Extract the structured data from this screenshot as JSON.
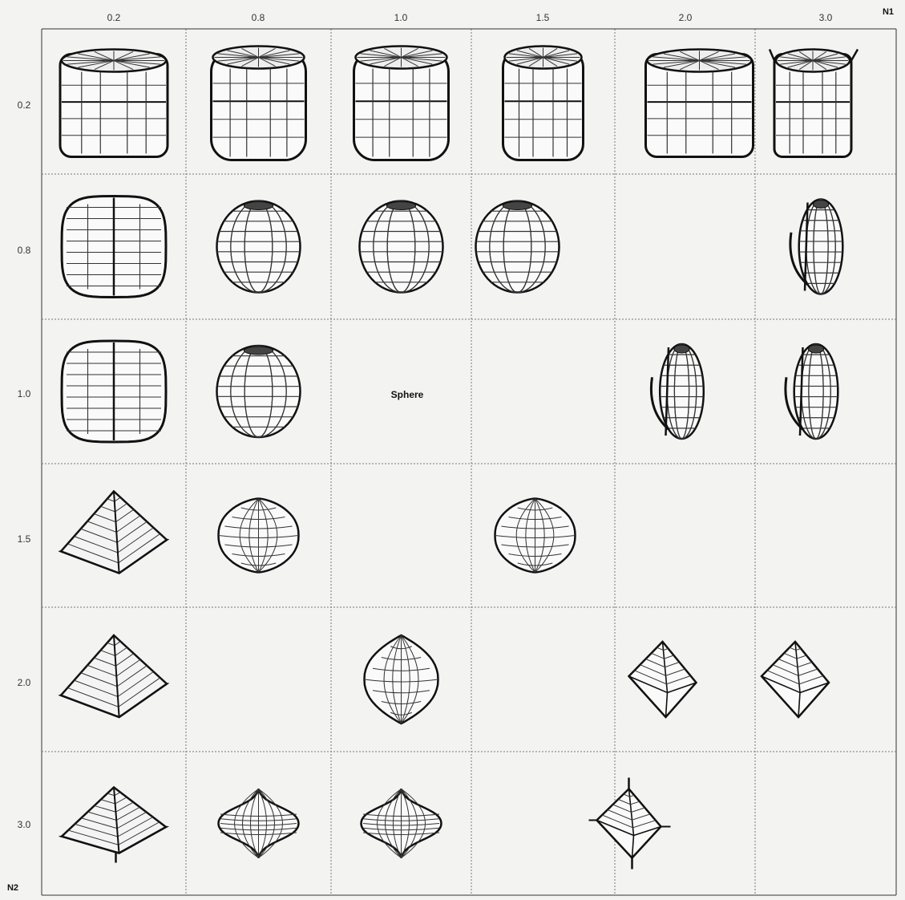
{
  "axes": {
    "n1_label": "N1",
    "n2_label": "N2",
    "n1_values": [
      "0.2",
      "0.8",
      "1.0",
      "1.5",
      "2.0",
      "3.0"
    ],
    "n2_values": [
      "0.2",
      "0.8",
      "1.0",
      "1.5",
      "2.0",
      "3.0"
    ]
  },
  "cells": [
    {
      "r": 0,
      "c": 0,
      "shape": "box-cube"
    },
    {
      "r": 0,
      "c": 1,
      "shape": "cylinder"
    },
    {
      "r": 0,
      "c": 2,
      "shape": "cylinder"
    },
    {
      "r": 0,
      "c": 3,
      "shape": "box-rounded"
    },
    {
      "r": 0,
      "c": 4,
      "shape": "box-cube"
    },
    {
      "r": 0,
      "c": 5,
      "shape": "box-star"
    },
    {
      "r": 1,
      "c": 0,
      "shape": "cushion"
    },
    {
      "r": 1,
      "c": 1,
      "shape": "ball"
    },
    {
      "r": 1,
      "c": 2,
      "shape": "ball"
    },
    {
      "r": 1,
      "c": 3,
      "shape": "ball"
    },
    {
      "r": 1,
      "c": 5,
      "shape": "pinched-ball"
    },
    {
      "r": 2,
      "c": 0,
      "shape": "cushion"
    },
    {
      "r": 2,
      "c": 1,
      "shape": "ball"
    },
    {
      "r": 2,
      "c": 4,
      "shape": "pinched-ball"
    },
    {
      "r": 2,
      "c": 5,
      "shape": "pinched-ball"
    },
    {
      "r": 3,
      "c": 0,
      "shape": "pyramid-flat"
    },
    {
      "r": 3,
      "c": 1,
      "shape": "bicone-round"
    },
    {
      "r": 3,
      "c": 3,
      "shape": "bicone-round"
    },
    {
      "r": 4,
      "c": 0,
      "shape": "pyramid-flat"
    },
    {
      "r": 4,
      "c": 2,
      "shape": "bicone"
    },
    {
      "r": 4,
      "c": 4,
      "shape": "octahedron"
    },
    {
      "r": 4,
      "c": 5,
      "shape": "octahedron"
    },
    {
      "r": 5,
      "c": 0,
      "shape": "spiked-pyramid"
    },
    {
      "r": 5,
      "c": 1,
      "shape": "spindle"
    },
    {
      "r": 5,
      "c": 2,
      "shape": "spindle"
    },
    {
      "r": 5,
      "c": 4,
      "shape": "spiked-octahedron"
    }
  ],
  "notes": [
    {
      "r": 2,
      "c": 2,
      "text": "Sphere"
    }
  ]
}
